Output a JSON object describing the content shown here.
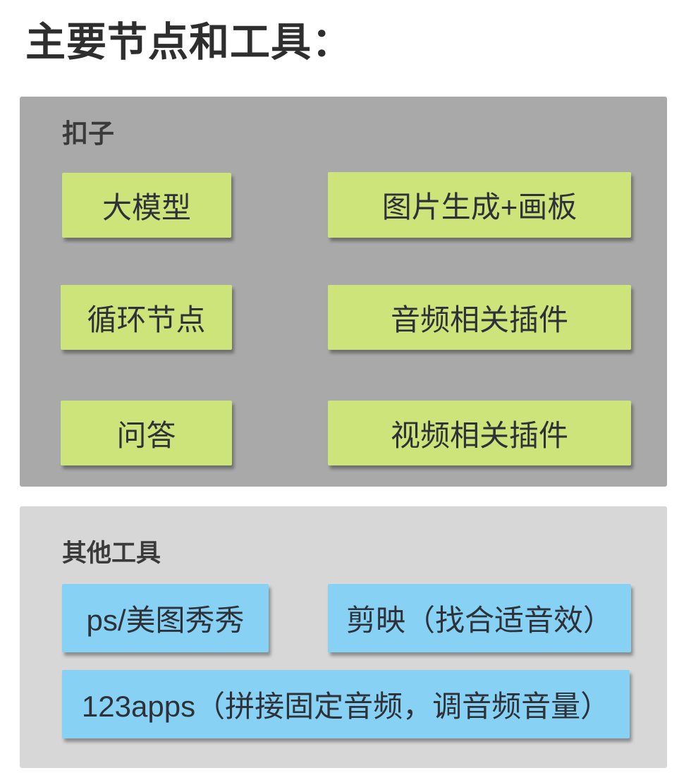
{
  "title": "主要节点和工具：",
  "colors": {
    "coze_panel_bg": "#a9a9a9",
    "other_panel_bg": "#d7d7d7",
    "coze_box_bg": "#cde47b",
    "other_box_bg": "#87d2f4",
    "title_text": "#2e2e2e",
    "box_text": "#2e3238"
  },
  "sections": [
    {
      "label": "扣子",
      "boxes": [
        {
          "label": "大模型"
        },
        {
          "label": "图片生成+画板"
        },
        {
          "label": "循环节点"
        },
        {
          "label": "音频相关插件"
        },
        {
          "label": "问答"
        },
        {
          "label": "视频相关插件"
        }
      ]
    },
    {
      "label": "其他工具",
      "boxes": [
        {
          "label": "ps/美图秀秀"
        },
        {
          "label": "剪映（找合适音效）"
        },
        {
          "label": "123apps（拼接固定音频，调音频音量）"
        }
      ]
    }
  ]
}
